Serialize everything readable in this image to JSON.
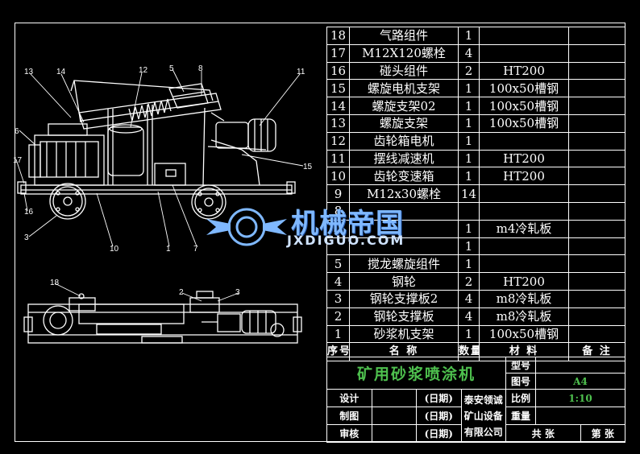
{
  "bom": {
    "rows": [
      {
        "no": "18",
        "name": "气路组件",
        "qty": "1",
        "material": "",
        "note": ""
      },
      {
        "no": "17",
        "name": "M12X120螺栓",
        "qty": "4",
        "material": "",
        "note": ""
      },
      {
        "no": "16",
        "name": "碰头组件",
        "qty": "2",
        "material": "HT200",
        "note": ""
      },
      {
        "no": "15",
        "name": "螺旋电机支架",
        "qty": "1",
        "material": "100x50槽钢",
        "note": ""
      },
      {
        "no": "14",
        "name": "螺旋支架02",
        "qty": "1",
        "material": "100x50槽钢",
        "note": ""
      },
      {
        "no": "13",
        "name": "螺旋支架",
        "qty": "1",
        "material": "100x50槽钢",
        "note": ""
      },
      {
        "no": "12",
        "name": "齿轮箱电机",
        "qty": "1",
        "material": "",
        "note": ""
      },
      {
        "no": "11",
        "name": "摆线减速机",
        "qty": "1",
        "material": "HT200",
        "note": ""
      },
      {
        "no": "10",
        "name": "齿轮变速箱",
        "qty": "1",
        "material": "HT200",
        "note": ""
      },
      {
        "no": "9",
        "name": "M12x30螺栓",
        "qty": "14",
        "material": "",
        "note": ""
      },
      {
        "no": "8",
        "name": "",
        "qty": "",
        "material": "",
        "note": ""
      },
      {
        "no": "",
        "name": "",
        "qty": "1",
        "material": "m4冷轧板",
        "note": ""
      },
      {
        "no": "",
        "name": "",
        "qty": "1",
        "material": "",
        "note": ""
      },
      {
        "no": "5",
        "name": "搅龙螺旋组件",
        "qty": "1",
        "material": "",
        "note": ""
      },
      {
        "no": "4",
        "name": "钢轮",
        "qty": "2",
        "material": "HT200",
        "note": ""
      },
      {
        "no": "3",
        "name": "钢轮支撑板2",
        "qty": "4",
        "material": "m8冷轧板",
        "note": ""
      },
      {
        "no": "2",
        "name": "钢轮支撑板",
        "qty": "4",
        "material": "m8冷轧板",
        "note": ""
      },
      {
        "no": "1",
        "name": "砂浆机支架",
        "qty": "1",
        "material": "100x50槽钢",
        "note": ""
      }
    ],
    "header": {
      "no": "序号",
      "name": "名 称",
      "qty": "数量",
      "material": "材 料",
      "note": "备 注"
    }
  },
  "title_block": {
    "drawing_name": "矿用砂浆喷涂机",
    "label_model": "型号",
    "label_sheet_size": "图号",
    "sheet_size": "A4",
    "label_scale": "比例",
    "scale": "1:10",
    "label_weight": "重量",
    "label_design": "设计",
    "label_draw": "制图",
    "label_review": "审核",
    "date_placeholder": "(日期)",
    "company": "泰安领诚矿山设备有限公司",
    "label_total": "共 张",
    "label_sheet": "第 张"
  },
  "callouts": {
    "side_view": [
      "13",
      "14",
      "12",
      "5",
      "8",
      "11",
      "6",
      "15",
      "17",
      "16",
      "3",
      "10",
      "1",
      "7"
    ],
    "top_view": [
      "18",
      "2",
      "3"
    ]
  },
  "watermark": {
    "text": "机械帝国",
    "url": "JXDIGUO.COM"
  },
  "colors": {
    "line": "#ffffff",
    "accent": "#4ec04e",
    "watermark": "#7fb8ff"
  }
}
